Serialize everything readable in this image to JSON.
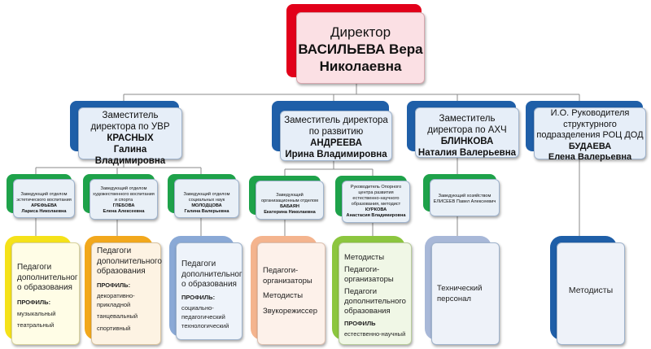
{
  "director": {
    "line1": "Директор",
    "line2": "ВАСИЛЬЕВА Вера",
    "line3": "Николаевна"
  },
  "deputies": [
    {
      "l1": "Заместитель",
      "l2": "директора по УВР",
      "l3": "КРАСНЫХ",
      "l4": "Галина",
      "l5": "Владимировна"
    },
    {
      "l1": "Заместитель директора",
      "l2": "по развитию",
      "l3": "АНДРЕЕВА",
      "l4": "Ирина Владимировна"
    },
    {
      "l1": "Заместитель",
      "l2": "директора по АХЧ",
      "l3": "БЛИНКОВА",
      "l4": "Наталия Валерьевна"
    },
    {
      "l1": "И.О. Руководителя",
      "l2": "структурного",
      "l3": "подразделения РОЦ ДОД",
      "l4": "БУДАЕВА",
      "l5": "Елена Валерьевна"
    }
  ],
  "heads": [
    {
      "lines": [
        "Заведующий отделом",
        "эстетического воспитания",
        "АРЕФЬЕВА",
        "Лариса Николаевна"
      ]
    },
    {
      "lines": [
        "Заведующий отделом",
        "художественного воспитания",
        "и спорта",
        "ГЛЕБОВА",
        "Елена Алексеевна"
      ]
    },
    {
      "lines": [
        "Заведующий отделом",
        "социальных наук",
        "МОЛОДЦОВА",
        "Галина Валерьевна"
      ]
    },
    {
      "lines": [
        "Заведующий",
        "организационным отделом",
        "БАБАЯН",
        "Екатерина Николаевна"
      ]
    },
    {
      "lines": [
        "Руководитель Опорного",
        "центра развития",
        "естественно-научного",
        "образования, методист",
        "КУРКОВА",
        "Анастасия Владимировна"
      ]
    },
    {
      "lines": [
        "Заведующий хозяйством",
        "ЕЛИСЕЕВ Павел Алексеевич"
      ]
    }
  ],
  "staff": [
    {
      "lines": [
        "Педагоги",
        "дополнительног",
        "о образования"
      ],
      "profile": "ПРОФИЛЬ:",
      "items": [
        "музыкальный",
        "театральный"
      ]
    },
    {
      "lines": [
        "Педагоги",
        "дополнительного",
        "образования"
      ],
      "profile": "ПРОФИЛЬ:",
      "items": [
        "декоративно-",
        "прикладной",
        "танцевальный",
        "спортивный"
      ]
    },
    {
      "lines": [
        "Педагоги",
        "дополнительног",
        "о образования"
      ],
      "profile": "ПРОФИЛЬ:",
      "items": [
        "социально-",
        "педагогический",
        "технологический"
      ]
    },
    {
      "lines": [
        "Педагоги-",
        "организаторы",
        "Методисты",
        "Звукорежиссер"
      ]
    },
    {
      "lines": [
        "Методисты",
        "Педагоги-",
        "организаторы",
        "Педагоги",
        "дополнительного",
        "образования"
      ],
      "profile": "ПРОФИЛЬ",
      "items": [
        "естественно-научный"
      ]
    },
    {
      "lines": [
        "Технический",
        "персонал"
      ]
    },
    {
      "lines": [
        "Методисты"
      ]
    }
  ],
  "colors": {
    "director_tab": "#e2001a",
    "director_card": "#fbe0e4",
    "deputy_tab": "#1f5fa8",
    "deputy_card": "#e6eef8",
    "head_tab": "#1ea24a",
    "head_card": "#e9f0f7"
  }
}
